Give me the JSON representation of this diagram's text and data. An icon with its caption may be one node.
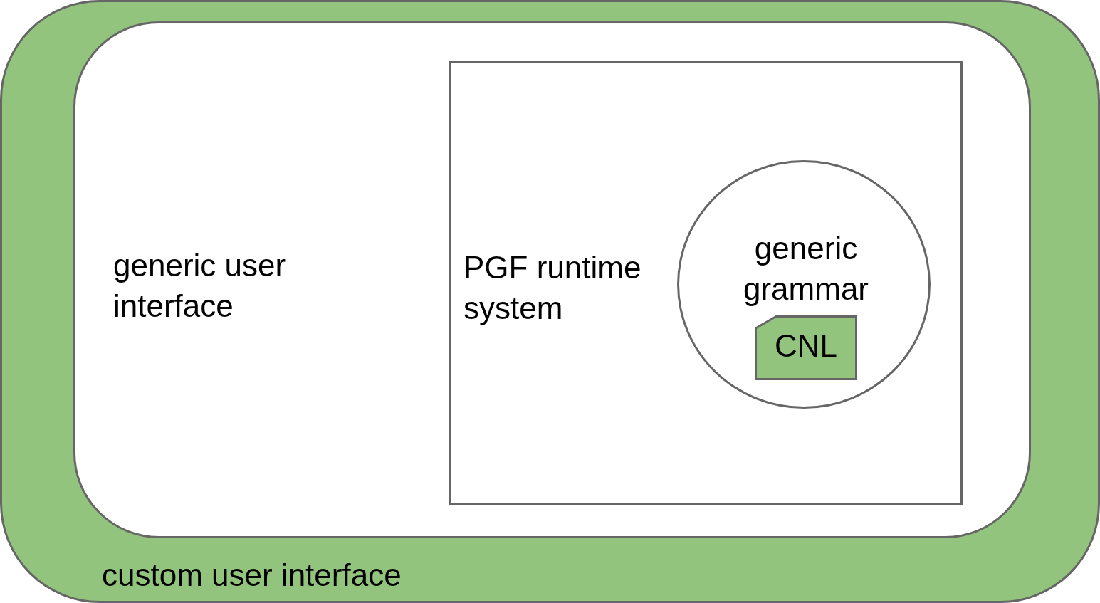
{
  "diagram": {
    "nodes": [
      {
        "text": [
          "custom user interface"
        ]
      },
      {
        "text": [
          "generic user interface"
        ],
        "in": 0
      },
      {
        "text": [
          "PGF runtime system"
        ],
        "in": 1
      },
      {
        "text": [
          "generic grammar"
        ],
        "in": 2
      },
      {
        "text": [
          "CNL"
        ],
        "in": 3
      }
    ]
  }
}
